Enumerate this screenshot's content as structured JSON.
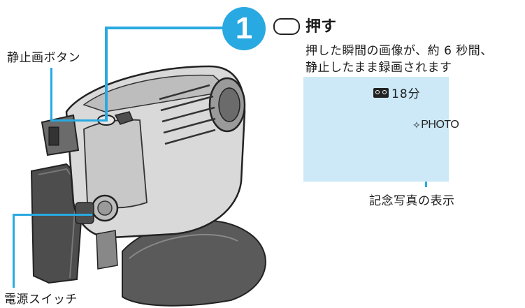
{
  "labels": {
    "still_button": "静止画ボタン",
    "power_switch": "電源スイッチ",
    "date_display": "記念写真の表示"
  },
  "step": {
    "number": "1",
    "action": "押す",
    "description_line1": "押した瞬間の画像が、約 6 秒間、",
    "description_line2": "静止したまま録画されます"
  },
  "screen": {
    "tape_remaining": "18分",
    "photo_indicator": "PHOTO"
  },
  "colors": {
    "accent": "#29a9e1",
    "screen_bg": "#cde9f7"
  }
}
